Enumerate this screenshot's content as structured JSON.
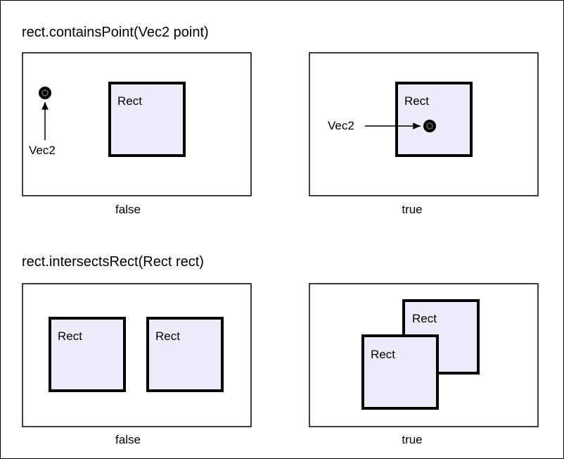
{
  "colors": {
    "rect_fill": "#ececfa",
    "stroke": "#000000",
    "background": "#ffffff"
  },
  "sections": [
    {
      "title": "rect.containsPoint(Vec2 point)",
      "panels": [
        {
          "caption": "false",
          "rect_label": "Rect",
          "vec_label": "Vec2"
        },
        {
          "caption": "true",
          "rect_label": "Rect",
          "vec_label": "Vec2"
        }
      ]
    },
    {
      "title": "rect.intersectsRect(Rect rect)",
      "panels": [
        {
          "caption": "false",
          "rect_labels": [
            "Rect",
            "Rect"
          ]
        },
        {
          "caption": "true",
          "rect_labels": [
            "Rect",
            "Rect"
          ]
        }
      ]
    }
  ]
}
